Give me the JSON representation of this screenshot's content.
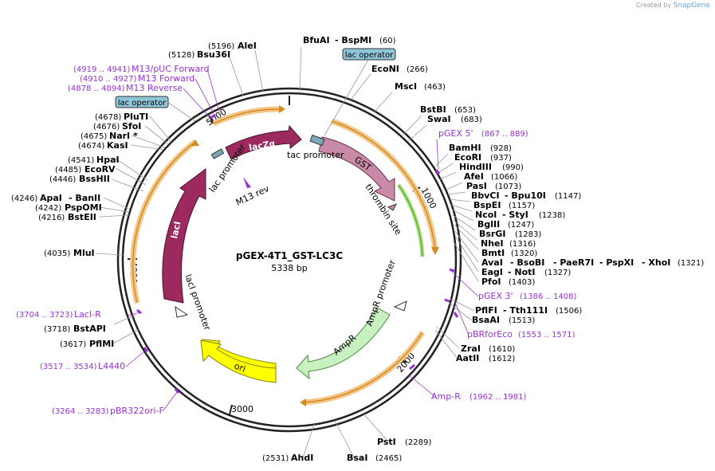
{
  "credit": {
    "prefix": "Created by",
    "brand": "SnapGene"
  },
  "plasmid": {
    "name": "pGEX-4T1_GST-LC3C",
    "length": "5338 bp"
  },
  "ticks": [
    "1000",
    "2000",
    "3000",
    "4000",
    "5000"
  ],
  "features": {
    "lacZa": "lacZα",
    "lacI": "lacI",
    "GST": "GST",
    "ori": "ori",
    "AmpR": "AmpR",
    "thrombin": "thrombin site",
    "tac_promoter_1": "tac promoter",
    "lac_promoter_1": "lac promoter",
    "lacI_promoter": "lacI promoter",
    "AmpR_promoter": "AmpR promoter",
    "M13_rev": "M13 rev"
  },
  "boxes": {
    "lac_op_top": "lac operator",
    "lac_op_left": "lac operator"
  },
  "sites": {
    "AleI": {
      "n": "AleI",
      "p": "(5196)"
    },
    "Bsu36I": {
      "n": "Bsu36I",
      "p": "(5128)"
    },
    "BfuAI": {
      "n": "BfuAI",
      "p": ""
    },
    "BspMI": {
      "n": "- BspMI",
      "p": "(60)"
    },
    "EcoNI": {
      "n": "EcoNI",
      "p": "(266)"
    },
    "MscI": {
      "n": "MscI",
      "p": "(463)"
    },
    "BstBI": {
      "n": "BstBI",
      "p": "(653)"
    },
    "SwaI": {
      "n": "SwaI",
      "p": "(683)"
    },
    "BamHI": {
      "n": "BamHI",
      "p": "(928)"
    },
    "EcoRI": {
      "n": "EcoRI",
      "p": "(937)"
    },
    "HindIII": {
      "n": "HindIII",
      "p": "(990)"
    },
    "AfeI": {
      "n": "AfeI",
      "p": "(1066)"
    },
    "PasI": {
      "n": "PasI",
      "p": "(1073)"
    },
    "BbvCI": {
      "n": "BbvCI",
      "p": ""
    },
    "Bpu10I": {
      "n": "- Bpu10I",
      "p": "(1147)"
    },
    "BspEI": {
      "n": "BspEI",
      "p": "(1157)"
    },
    "NcoI": {
      "n": "NcoI",
      "p": ""
    },
    "StyI": {
      "n": "- StyI",
      "p": "(1238)"
    },
    "BglII": {
      "n": "BglII",
      "p": "(1247)"
    },
    "BsrGI": {
      "n": "BsrGI",
      "p": "(1283)"
    },
    "NheI": {
      "n": "NheI",
      "p": "(1316)"
    },
    "BmtI": {
      "n": "BmtI",
      "p": "(1320)"
    },
    "AvaI": {
      "n": "AvaI",
      "p": ""
    },
    "BsoBI": {
      "n": "- BsoBI",
      "p": ""
    },
    "PaeR7I": {
      "n": "- PaeR7I",
      "p": ""
    },
    "PspXI": {
      "n": "- PspXI",
      "p": ""
    },
    "XhoI": {
      "n": "- XhoI",
      "p": "(1321)"
    },
    "EagI": {
      "n": "EagI",
      "p": ""
    },
    "NotI": {
      "n": "- NotI",
      "p": "(1327)"
    },
    "PfoI": {
      "n": "PfoI",
      "p": "(1403)"
    },
    "PflFI": {
      "n": "PflFI",
      "p": ""
    },
    "Tth111I": {
      "n": "- Tth111I",
      "p": "(1506)"
    },
    "BsaAI": {
      "n": "BsaAI",
      "p": "(1513)"
    },
    "ZraI": {
      "n": "ZraI",
      "p": "(1610)"
    },
    "AatII": {
      "n": "AatII",
      "p": "(1612)"
    },
    "PstI": {
      "n": "PstI",
      "p": "(2289)"
    },
    "BsaI": {
      "n": "BsaI",
      "p": "(2465)"
    },
    "AhdI": {
      "n": "AhdI",
      "p": "(2531)"
    },
    "PflMI": {
      "n": "PflMI",
      "p": "(3617)"
    },
    "BstAPI": {
      "n": "BstAPI",
      "p": "(3718)"
    },
    "MluI": {
      "n": "MluI",
      "p": "(4035)"
    },
    "BstEII": {
      "n": "BstEII",
      "p": "(4216)"
    },
    "PspOMI": {
      "n": "PspOMI",
      "p": "(4242)"
    },
    "ApaI": {
      "n": "ApaI",
      "p": "(4246)"
    },
    "BanII": {
      "n": "- BanII",
      "p": ""
    },
    "BssHII": {
      "n": "BssHII",
      "p": "(4446)"
    },
    "EcoRV": {
      "n": "EcoRV",
      "p": "(4485)"
    },
    "HpaI": {
      "n": "HpaI",
      "p": "(4541)"
    },
    "KasI": {
      "n": "KasI",
      "p": "(4674)"
    },
    "NarI": {
      "n": "NarI *",
      "p": "(4675)"
    },
    "SfoI": {
      "n": "SfoI",
      "p": "(4676)"
    },
    "PluTI": {
      "n": "PluTI",
      "p": "(4678)"
    }
  },
  "primers": {
    "M13pUC": {
      "n": "M13/pUC Forward",
      "p": "(4919 .. 4941)"
    },
    "M13F": {
      "n": "M13 Forward",
      "p": "(4910 .. 4927)"
    },
    "M13R": {
      "n": "M13 Reverse",
      "p": "(4878 .. 4894)"
    },
    "pGEX5": {
      "n": "pGEX 5'",
      "p": "(867 .. 889)"
    },
    "pGEX3": {
      "n": "pGEX 3'",
      "p": "(1386 .. 1408)"
    },
    "pBRforEco": {
      "n": "pBRforEco",
      "p": "(1553 .. 1571)"
    },
    "AmpR_primer": {
      "n": "Amp-R",
      "p": "(1962 .. 1981)"
    },
    "LacIR": {
      "n": "LacI-R",
      "p": "(3704 .. 3723)"
    },
    "L4440": {
      "n": "L4440",
      "p": "(3517 .. 3534)"
    },
    "pBR322ori": {
      "n": "pBR322ori-F",
      "p": "(3264 .. 3283)"
    }
  },
  "colors": {
    "backbone": "#222222",
    "lacZa": "#9c2a5e",
    "lacI": "#9c2a5e",
    "GST": "#c98aa8",
    "ori": "#ffff00",
    "AmpR": "#c8f0c0",
    "orange": "#f0a030",
    "primer": "#9b30d6",
    "box": "#8ec6d8"
  }
}
